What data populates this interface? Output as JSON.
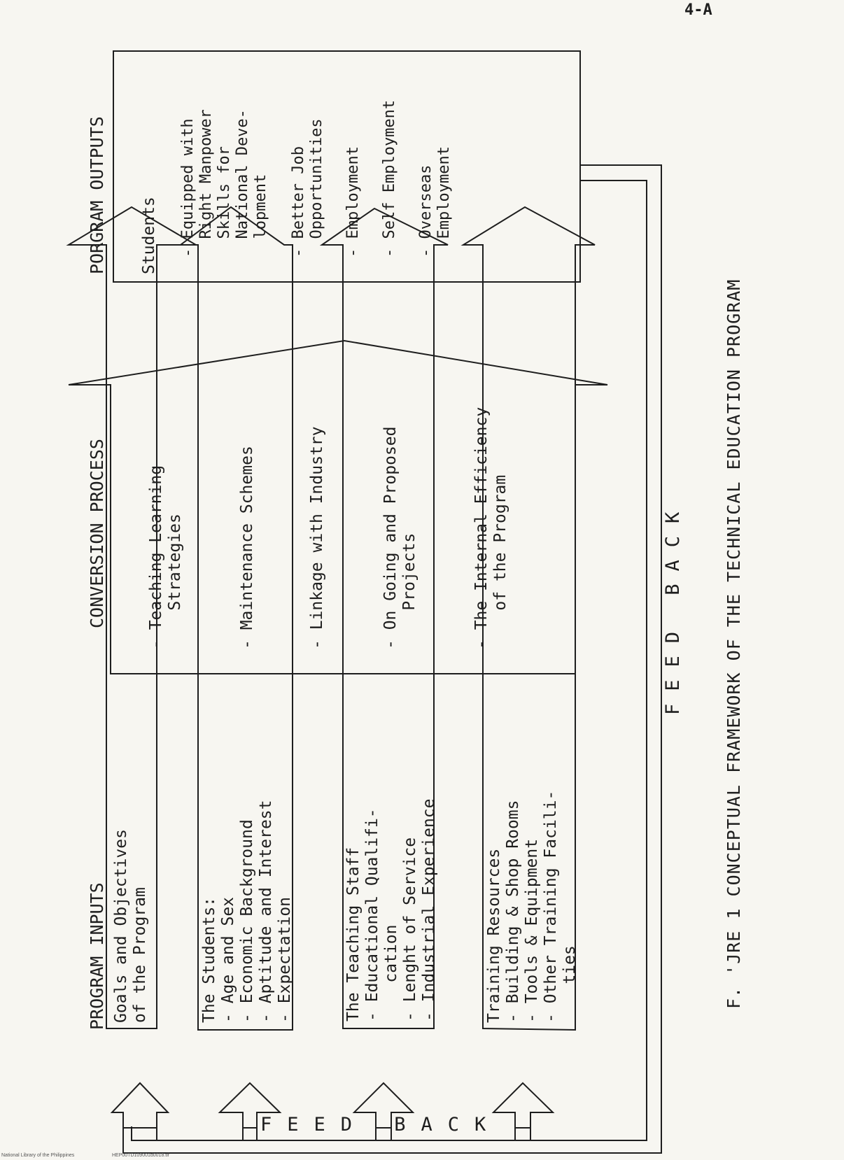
{
  "page_number": "4-A",
  "caption": "F.  'JRE 1    CONCEPTUAL FRAMEWORK OF THE TECHNICAL EDUCATION PROGRAM",
  "feedback_label": "FEED BACK",
  "footer": {
    "library": "National Library of the Philippines",
    "file": "HEP00TD109001d0018.tif"
  },
  "inputs": {
    "heading": "PROGRAM INPUTS",
    "arrows": [
      {
        "lines": [
          "Goals and Objectives",
          "of the Program"
        ]
      },
      {
        "lines": [
          "The Students:",
          "- Age and Sex",
          "- Economic Background",
          "- Aptitude and Interest",
          "- Expectation"
        ]
      },
      {
        "lines": [
          "The Teaching Staff",
          "- Educational Qualifi-",
          "    cation",
          "- Lenght of Service",
          "- Industrial Experience"
        ]
      },
      {
        "lines": [
          "Training Resources",
          "- Building & Shop Rooms",
          "- Tools & Equipment",
          "- Other Training Facili-",
          "    ties"
        ]
      }
    ]
  },
  "process": {
    "heading": "CONVERSION PROCESS",
    "items": [
      {
        "lines": [
          "- Teaching Learning",
          "    Strategies"
        ]
      },
      {
        "lines": [
          "- Maintenance Schemes"
        ]
      },
      {
        "lines": [
          "- Linkage with Industry"
        ]
      },
      {
        "lines": [
          "- On Going and Proposed",
          "    Projects"
        ]
      },
      {
        "lines": [
          "- The Internal Efficiency",
          "    of the Program"
        ]
      }
    ]
  },
  "outputs": {
    "heading": "PORGRAM OUTPUTS",
    "subheading": "Students",
    "items": [
      {
        "lines": [
          "- Equipped with",
          "  Right Manpower",
          "  Skills for",
          "  National Deve-",
          "  lopment"
        ]
      },
      {
        "lines": [
          "- Better Job",
          "  Opportunities"
        ]
      },
      {
        "lines": [
          "- Employment"
        ]
      },
      {
        "lines": [
          "- Self Employment"
        ]
      },
      {
        "lines": [
          "- Overseas",
          "  Employment"
        ]
      }
    ]
  }
}
